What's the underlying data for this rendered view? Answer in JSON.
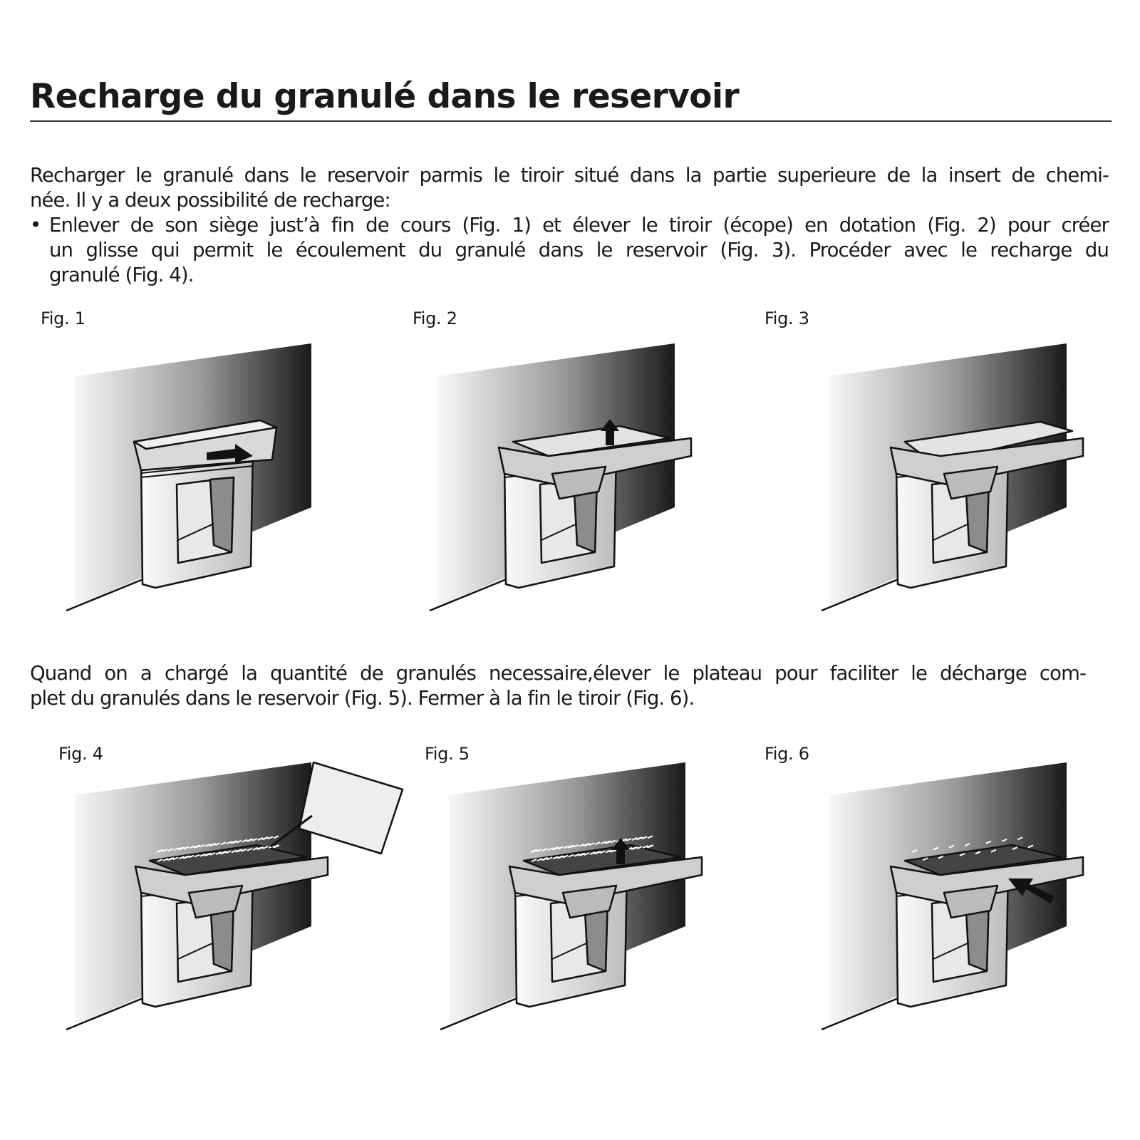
{
  "title": "Recharge du granulé dans le reservoir",
  "intro": {
    "lines": [
      "Recharger le granulé dans le reservoir parmis le tiroir situé dans la partie superieure de la insert de chemi-",
      "née. Il y a deux possibilité de recharge:"
    ],
    "bullet_symbol": "•",
    "bullet_lines": [
      "Enlever de son siège just’à fin de cours (Fig. 1) et élever le tiroir (écope) en dotation (Fig. 2) pour créer",
      "un glisse qui permit le écoulement du granulé dans le reservoir (Fig. 3). Procéder avec le recharge du",
      "granulé (Fig. 4)."
    ]
  },
  "second": {
    "lines": [
      "Quand on a chargé la quantité de granulés necessaire,élever le plateau pour faciliter le décharge com-",
      "plet du granulés dans le reservoir (Fig. 5). Fermer à la fin le tiroir (Fig. 6)."
    ]
  },
  "figures": [
    {
      "label": "Fig. 1",
      "drawer": "closed",
      "arrow": "slide-right"
    },
    {
      "label": "Fig. 2",
      "drawer": "open",
      "arrow": "up"
    },
    {
      "label": "Fig. 3",
      "drawer": "open-tilted",
      "arrow": "none"
    },
    {
      "label": "Fig. 4",
      "drawer": "open-pellets",
      "arrow": "none",
      "bag": true
    },
    {
      "label": "Fig. 5",
      "drawer": "open-pellets",
      "arrow": "up"
    },
    {
      "label": "Fig. 6",
      "drawer": "open-pellets-few",
      "arrow": "push-in"
    }
  ]
}
